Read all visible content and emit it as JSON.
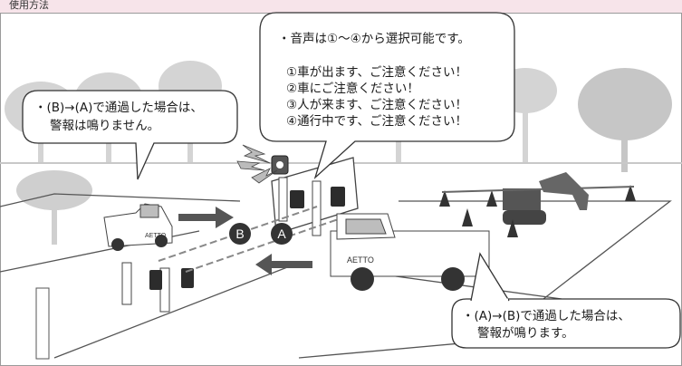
{
  "header": {
    "label": "使用方法"
  },
  "bubbles": {
    "voice": {
      "intro": "・音声は①～④から選択可能です。",
      "options": [
        "①車が出ます、ご注意ください！",
        "②車にご注意ください！",
        "③人が来ます、ご注意ください！",
        "④通行中です、ご注意ください！"
      ]
    },
    "b_to_a": {
      "lines": [
        "・(B)→(A)で通過した場合は、",
        "警報は鳴りません。"
      ]
    },
    "a_to_b": {
      "lines": [
        "・(A)→(B)で通過した場合は、",
        "警報が鳴ります。"
      ]
    }
  },
  "markers": {
    "a": "A",
    "b": "B"
  },
  "truck_text": "AETTO",
  "colors": {
    "header_bg": "#f7e4ea",
    "marker": "#333333",
    "arrow": "#555555"
  }
}
